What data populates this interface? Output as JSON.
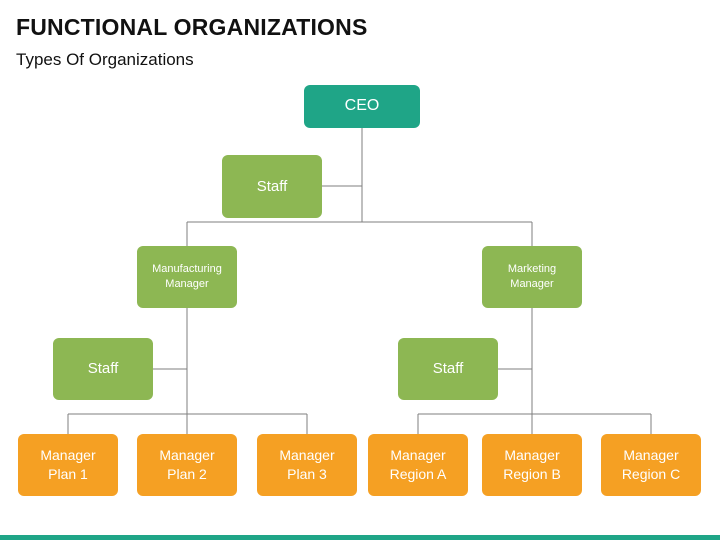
{
  "header": {
    "title": "FUNCTIONAL ORGANIZATIONS",
    "subtitle": "Types Of Organizations"
  },
  "chart": {
    "ceo": "CEO",
    "top_staff": "Staff",
    "manufacturing": {
      "manager": "Manufacturing\nManager",
      "staff": "Staff",
      "plans": [
        "Manager\nPlan 1",
        "Manager\nPlan 2",
        "Manager\nPlan 3"
      ]
    },
    "marketing": {
      "manager": "Marketing\nManager",
      "staff": "Staff",
      "regions": [
        "Manager\nRegion A",
        "Manager\nRegion B",
        "Manager\nRegion C"
      ]
    }
  },
  "colors": {
    "ceo": "#1fa587",
    "manager_and_staff": "#8db753",
    "line_managers": "#f5a023",
    "connector": "#7f7f7f",
    "accent_bar": "#1fa587"
  }
}
